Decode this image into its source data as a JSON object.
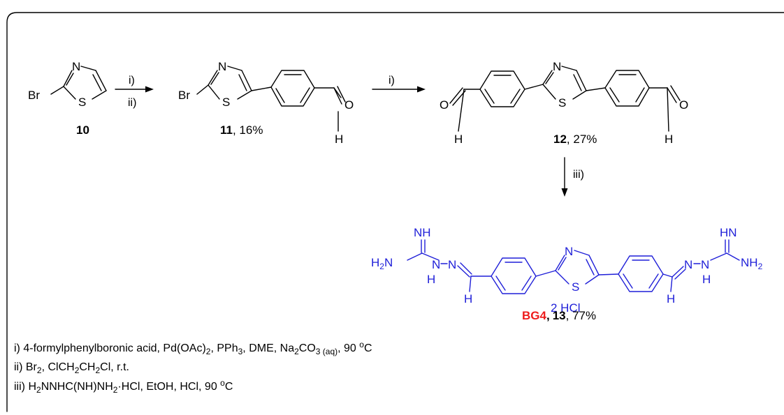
{
  "compounds": {
    "c10": {
      "number": "10",
      "atoms": {
        "br": "Br",
        "n": "N",
        "s": "S"
      }
    },
    "c11": {
      "number": "11",
      "yield": ", 16%",
      "atoms": {
        "br": "Br",
        "n": "N",
        "s": "S",
        "o": "O",
        "h": "H"
      }
    },
    "c12": {
      "number": "12",
      "yield": ", 27%",
      "atoms": {
        "n": "N",
        "s": "S",
        "o1": "O",
        "h1": "H",
        "o2": "O",
        "h2": "H"
      }
    },
    "c13": {
      "code": "BG4",
      "sep": ",",
      "number": "13",
      "yield": ", 77%",
      "salt": "2 HCl",
      "atoms": {
        "nh_left": "NH",
        "h2n": "H",
        "h2n_sub": "2",
        "h2n_n": "N",
        "n1": "N",
        "n2": "N",
        "h_nh_left": "H",
        "h_ch_left": "H",
        "n_thz": "N",
        "s_thz": "S",
        "hn_right": "HN",
        "n3": "N",
        "n4": "N",
        "h_nh_right": "H",
        "h_ch_right": "H",
        "nh2_right": "NH",
        "nh2_sub": "2"
      }
    }
  },
  "arrows": {
    "step1": {
      "top": "i)",
      "bottom": "ii)"
    },
    "step2": {
      "top": "i)"
    },
    "step3": {
      "right": "iii)"
    }
  },
  "conditions": {
    "i": {
      "label": "i)",
      "p1": " 4-formylphenylboronic acid, Pd(OAc)",
      "s1": "2",
      "p2": ", PPh",
      "s2": "3",
      "p3": ", DME, Na",
      "s3": "2",
      "p4": "CO",
      "s4": "3 (aq)",
      "p5": ", 90 ",
      "deg": "o",
      "p6": "C"
    },
    "ii": {
      "label": "ii)",
      "p1": " Br",
      "s1": "2",
      "p2": ", ClCH",
      "s2": "2",
      "p3": "CH",
      "s3": "2",
      "p4": "Cl, r.t."
    },
    "iii": {
      "label": "iii)",
      "p1": " H",
      "s1": "2",
      "p2": "NNHC(NH)NH",
      "s2": "2",
      "p3": "·HCl, EtOH, HCl, 90 ",
      "deg": "o",
      "p4": "C"
    }
  },
  "colors": {
    "product": "#1f1fd8",
    "highlight": "#ee1c1c",
    "ink": "#000000"
  }
}
